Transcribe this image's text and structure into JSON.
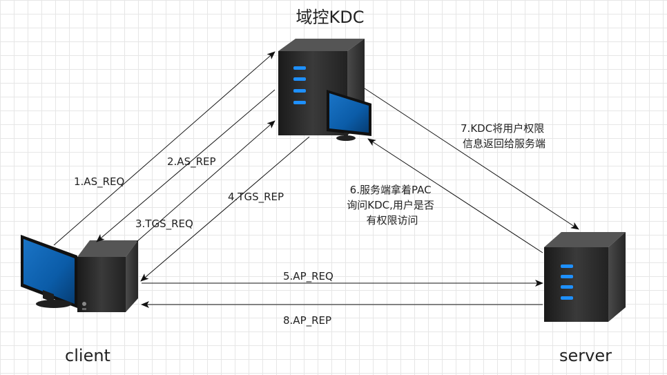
{
  "nodes": {
    "kdc": {
      "label": "域控KDC"
    },
    "client": {
      "label": "client"
    },
    "server": {
      "label": "server"
    }
  },
  "edges": {
    "as_req": {
      "label": "1.AS_REQ"
    },
    "as_rep": {
      "label": "2.AS_REP"
    },
    "tgs_req": {
      "label": "3.TGS_REQ"
    },
    "tgs_rep": {
      "label": "4.TGS_REP"
    },
    "ap_req": {
      "label": "5.AP_REQ"
    },
    "pac_query": {
      "lines": [
        "6.服务端拿着PAC",
        "询问KDC,用户是否",
        "有权限访问"
      ]
    },
    "pac_reply": {
      "lines": [
        "7.KDC将用户权限",
        "信息返回给服务端"
      ]
    },
    "ap_rep": {
      "label": "8.AP_REP"
    }
  },
  "colors": {
    "server_body": "#2e2e2e",
    "server_led": "#1e90ff",
    "monitor_screen": "#0b5ca8",
    "arrow": "#111111"
  }
}
